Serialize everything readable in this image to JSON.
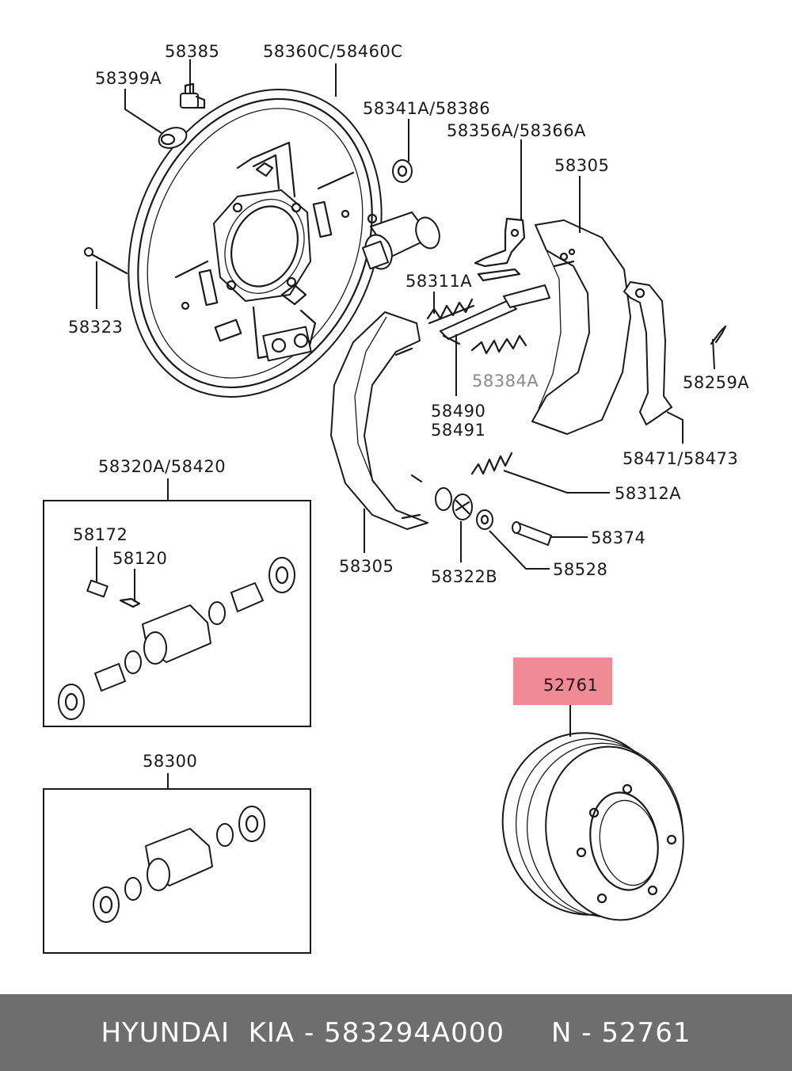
{
  "labels": {
    "l58385": "58385",
    "l58360c": "58360C/58460C",
    "l58399a": "58399A",
    "l58341a": "58341A/58386",
    "l58356a": "58356A/58366A",
    "l58305_top": "58305",
    "l58311a": "58311A",
    "l58323": "58323",
    "l58384a": "58384A",
    "l58259a": "58259A",
    "l58490": "58490",
    "l58491": "58491",
    "l58471": "58471/58473",
    "l58320a": "58320A/58420",
    "l58312a": "58312A",
    "l58172": "58172",
    "l58120": "58120",
    "l58374": "58374",
    "l58305_bottom": "58305",
    "l58322b": "58322B",
    "l58528": "58528",
    "l52761": "52761",
    "l58300": "58300"
  },
  "highlight_color": "#f08a94",
  "footer": {
    "text": "HYUNDAI  KIA - 583294A000     N - 52761"
  }
}
